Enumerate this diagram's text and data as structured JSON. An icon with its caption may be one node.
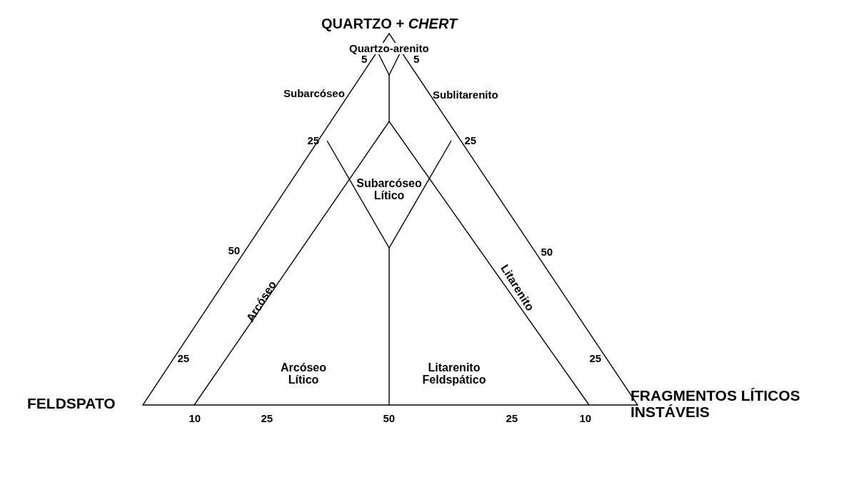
{
  "diagram": {
    "labels": [
      "QUARTZO + *CHERT*",
      "Quartzo-arenito",
      "5",
      "5",
      "Subarcóseo",
      "Sublitarenito",
      "25",
      "25",
      "Subarcóseo Lítico",
      "50",
      "50",
      "Arcóseo",
      "Litarenito",
      "25",
      "25",
      "Arcóseo Lítico",
      "Litarenito Feldspático",
      "FELDSPATO",
      "FRAGMENTOS LÍTICOS INSTÁVEIS",
      "10",
      "25",
      "50",
      "25",
      "10"
    ]
  }
}
